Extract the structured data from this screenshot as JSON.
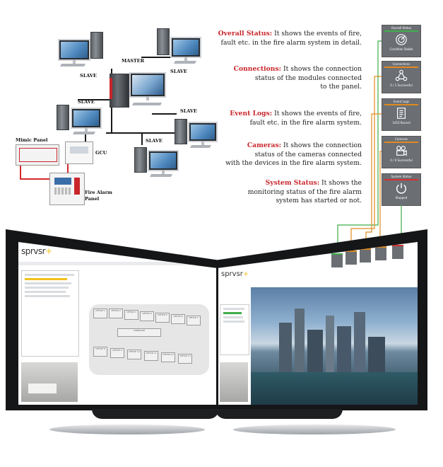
{
  "diagram": {
    "labels": {
      "master": "MASTER",
      "slave_top_left": "SLAVE",
      "slave_top_right": "SLAVE",
      "slave_mid_left": "SLAVE",
      "slave_mid_right": "SLAVE",
      "slave_bottom": "SLAVE",
      "mimic_panel": "Mimic Panel",
      "gcu": "GCU",
      "fire_alarm_panel_1": "Fire Alarm",
      "fire_alarm_panel_2": "Panel"
    }
  },
  "descriptions": [
    {
      "title": "Overall Status:",
      "lines": [
        " It shows the events of fire,",
        "fault etc. in the fire alarm system in detail."
      ]
    },
    {
      "title": "Connections:",
      "lines": [
        " It shows the connection",
        "status of the modules connected",
        "to the panel."
      ]
    },
    {
      "title": "Event Logs:",
      "lines": [
        " It shows the events of fire,",
        "fault etc. in the fire alarm system."
      ]
    },
    {
      "title": "Cameras:",
      "lines": [
        " It shows the connection",
        "status of the cameras connected",
        "with the devices in the fire alarm system."
      ]
    },
    {
      "title": "System Status:",
      "lines": [
        " It shows the",
        "monitoring status of the fire alarm",
        "system has started or not."
      ]
    }
  ],
  "tiles": [
    {
      "title": "Overall Status",
      "status": "Condition Stable",
      "icon": "radar-icon",
      "accent": "#3fae4a"
    },
    {
      "title": "Connections",
      "status": "0 / 1 Successful",
      "icon": "network-icon",
      "accent": "#e08a1e"
    },
    {
      "title": "Event Logs",
      "status": "1453 Record",
      "icon": "log-icon",
      "accent": "#e08a1e"
    },
    {
      "title": "Cameras",
      "status": "0 / 0 Successful",
      "icon": "camera-icon",
      "accent": "#e08a1e"
    },
    {
      "title": "System Status",
      "status": "Stopped",
      "icon": "power-icon",
      "accent": "#d93030"
    }
  ],
  "app": {
    "logo": "sprvsr",
    "rooms_left": [
      "OFFICE 1",
      "OFFICE 2",
      "OFFICE 3",
      "OFFICE 4",
      "OFFICE 5",
      "OFFICE 6",
      "OFFICE 7"
    ],
    "room_mid": "CORRIDOR",
    "rooms_bottom": [
      "OFFICE 8",
      "OFFICE 9",
      "OFFICE 10",
      "OFFICE 11",
      "OFFICE 12",
      "OFFICE 13"
    ]
  },
  "colors": {
    "brand_red": "#c8262b",
    "logo_yellow": "#f1c21b",
    "green_wire": "#3fae4a",
    "orange_wire": "#e08a1e"
  }
}
